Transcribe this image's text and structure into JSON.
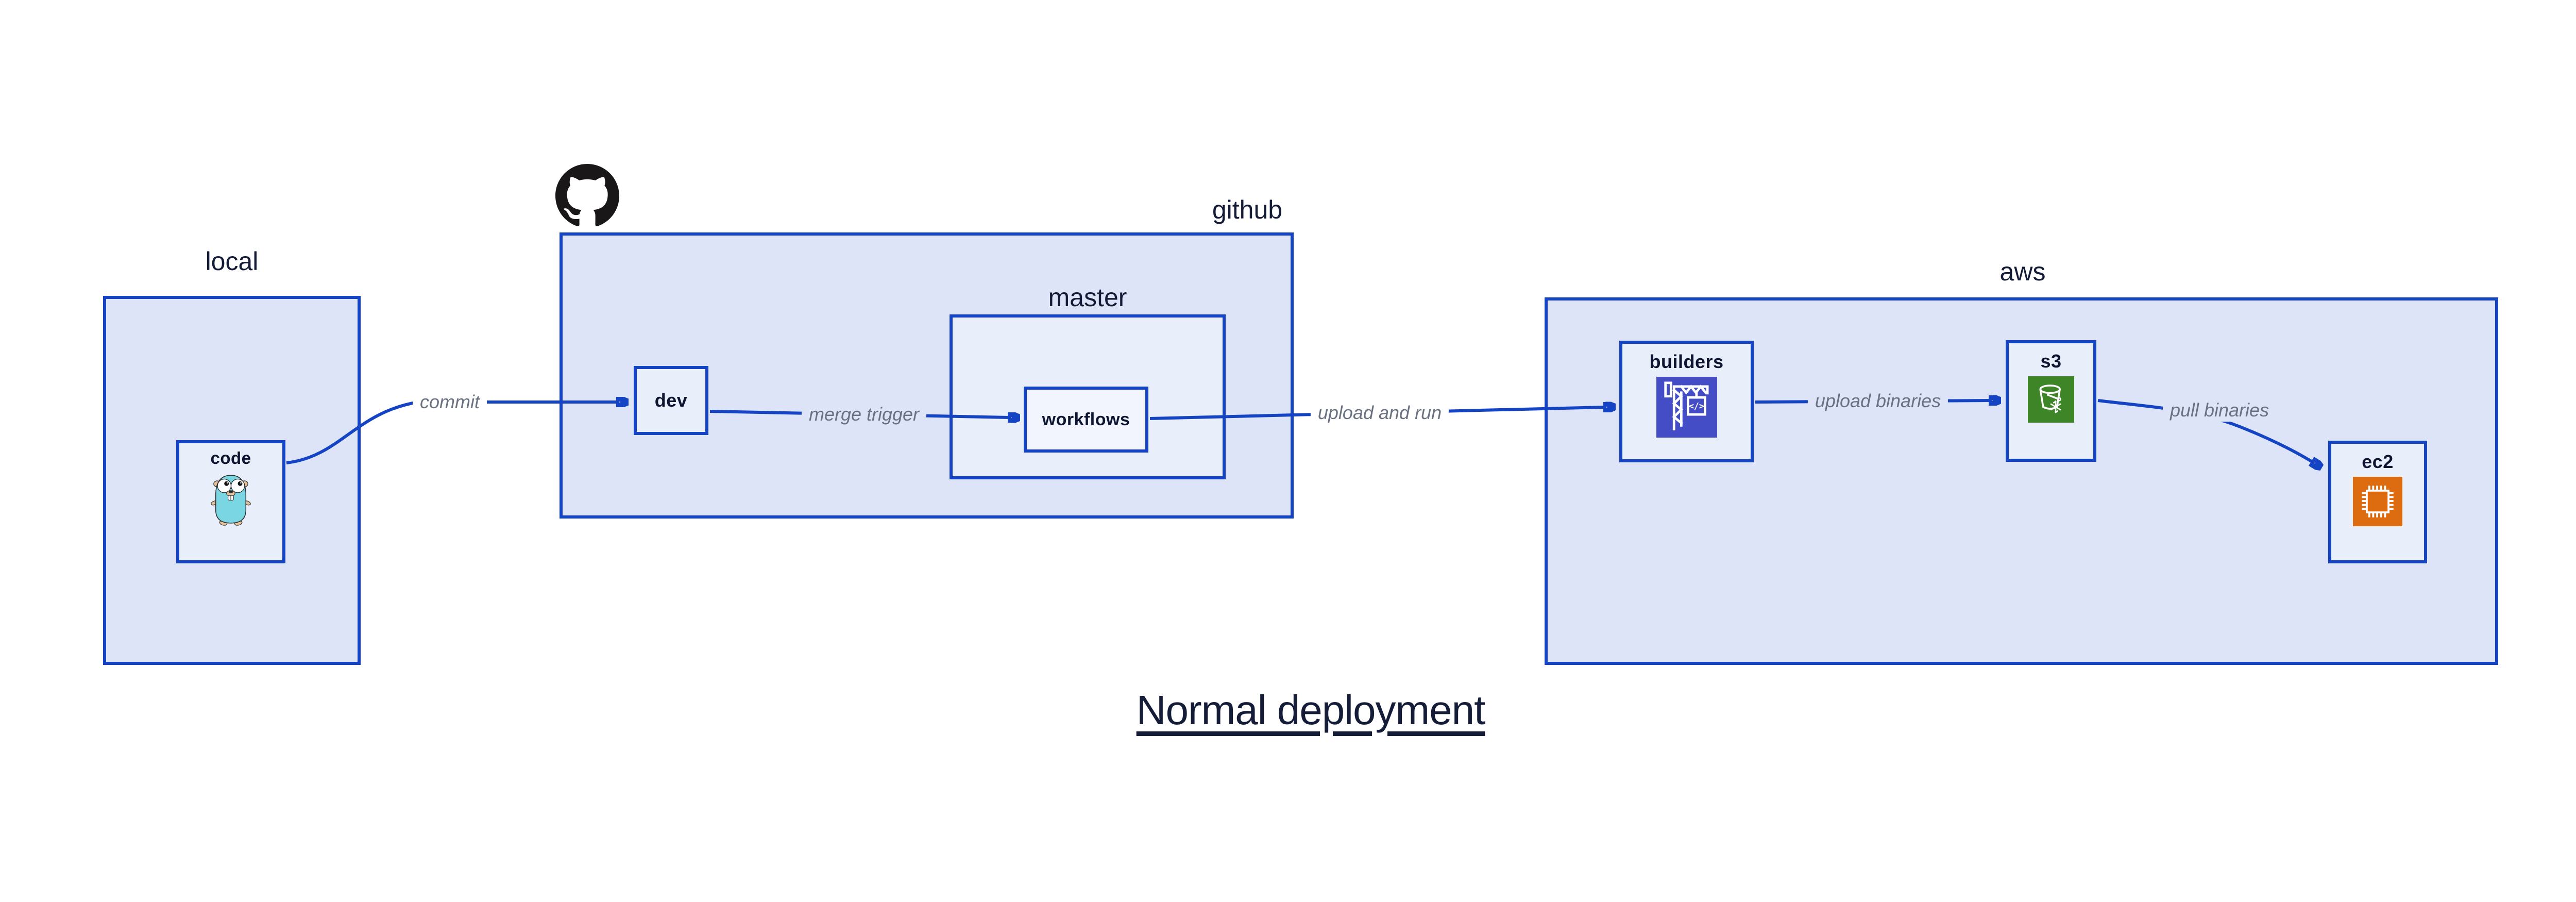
{
  "title": {
    "text": "Normal deployment"
  },
  "groups": {
    "local": {
      "label": "local"
    },
    "github": {
      "label": "github"
    },
    "master": {
      "label": "master"
    },
    "aws": {
      "label": "aws"
    }
  },
  "nodes": {
    "code": {
      "label": "code",
      "icon": "go-gopher"
    },
    "dev": {
      "label": "dev"
    },
    "workflows": {
      "label": "workflows"
    },
    "builders": {
      "label": "builders",
      "icon": "aws-codebuild-crane"
    },
    "s3": {
      "label": "s3",
      "icon": "aws-s3-bucket"
    },
    "ec2": {
      "label": "ec2",
      "icon": "aws-ec2-chip"
    }
  },
  "edges": {
    "commit": {
      "label": "commit",
      "from": "code",
      "to": "dev"
    },
    "merge_trigger": {
      "label": "merge trigger",
      "from": "dev",
      "to": "workflows"
    },
    "upload_and_run": {
      "label": "upload and run",
      "from": "workflows",
      "to": "builders"
    },
    "upload_binaries": {
      "label": "upload binaries",
      "from": "builders",
      "to": "s3"
    },
    "pull_binaries": {
      "label": "pull binaries",
      "from": "s3",
      "to": "ec2"
    }
  },
  "colors": {
    "box_border_blue": "#1443c4",
    "group_fill": "#dee4f8",
    "node_fill": "#e9eefb",
    "inner_node_fill": "#f2f5fd",
    "arrow_blue": "#1443c4",
    "edge_label_gray": "#6a7180",
    "dark_navy_text": "#131b37",
    "github_black": "#191717",
    "gopher_teal": "#7bd6e3",
    "gopher_tan": "#e8c39a",
    "codebuild_indigo": "#454dc6",
    "s3_green": "#3d8526",
    "ec2_orange": "#dd6b10"
  }
}
